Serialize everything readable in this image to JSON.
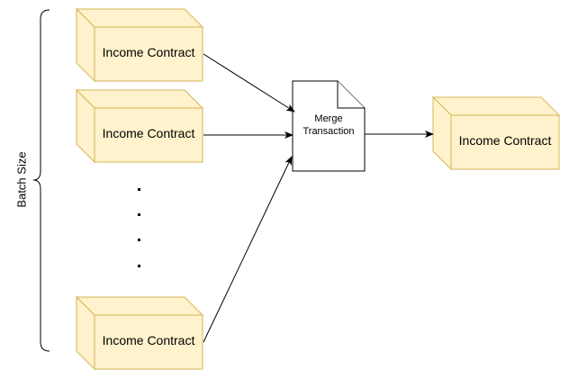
{
  "diagram": {
    "batch_label": "Batch Size",
    "source_boxes": [
      {
        "label": "Income Contract"
      },
      {
        "label": "Income Contract"
      },
      {
        "label": "Income Contract"
      }
    ],
    "ellipsis": "⋮",
    "merge_document": {
      "line1": "Merge",
      "line2": "Transaction"
    },
    "result_box": {
      "label": "Income Contract"
    },
    "colors": {
      "box_fill": "#fff2cc",
      "box_stroke": "#d6b656",
      "line": "#000000",
      "document_fill": "#ffffff"
    }
  }
}
